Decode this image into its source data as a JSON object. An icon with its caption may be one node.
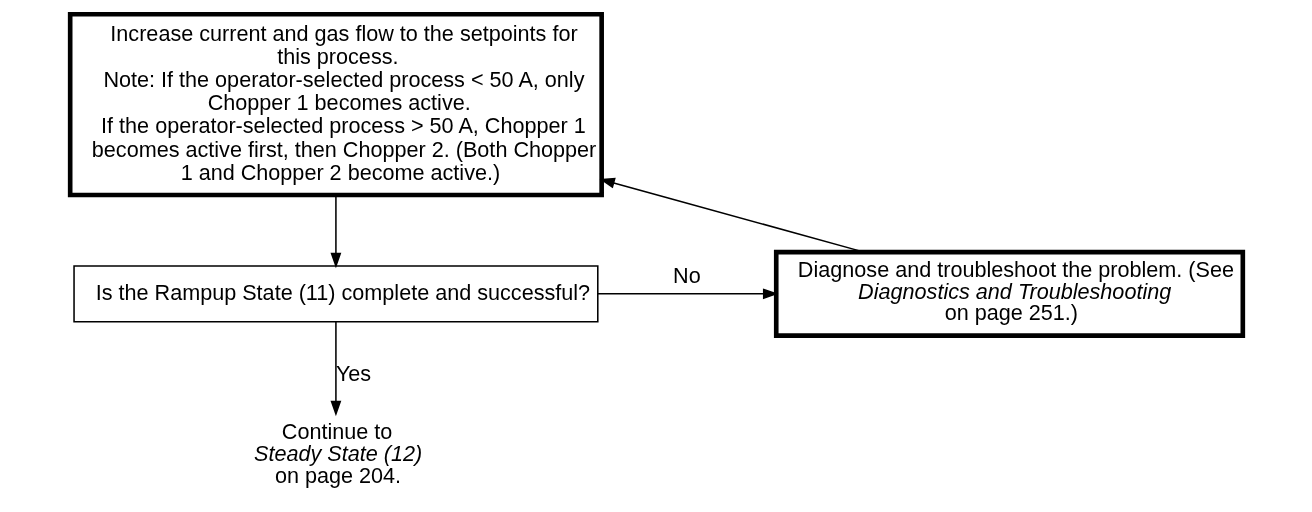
{
  "diagram": {
    "nodes": [
      {
        "text": [
          "Increase current and gas flow to the setpoints for this process.",
          "Note: If the operator-selected process < 50 A, only Chopper 1 becomes active.",
          "If the operator-selected process > 50 A, Chopper 1 becomes active first, then Chopper 2. (Both Chopper 1 and Chopper 2 become active.)"
        ]
      },
      {
        "text": [
          "Is the Rampup State (11) complete and successful?"
        ]
      },
      {
        "text": [
          "Diagnose and troubleshoot the problem. (See *Diagnostics and Troubleshooting* on page 251.)"
        ]
      },
      {
        "text": [
          "Continue to *Steady State (12)* on page 204."
        ]
      }
    ],
    "edges": [
      {
        "from": 0,
        "to": 1,
        "arrow": "to"
      },
      {
        "from": 1,
        "to": 2,
        "arrow": "to",
        "label": "No"
      },
      {
        "from": 2,
        "to": 0,
        "arrow": "to"
      },
      {
        "from": 1,
        "to": 3,
        "arrow": "to",
        "label": "Yes"
      }
    ]
  }
}
